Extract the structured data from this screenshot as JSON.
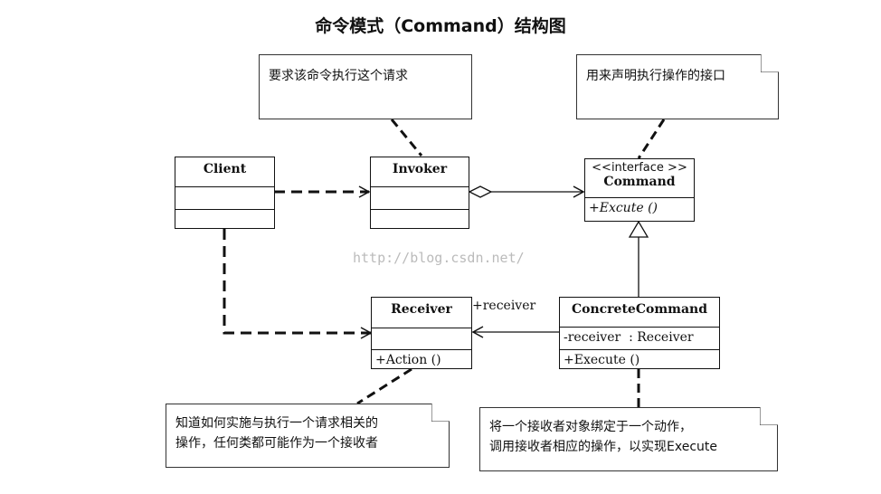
{
  "title": "命令模式（Command）结构图",
  "notes": {
    "invoker": "要求该命令执行这个请求",
    "command": "用来声明执行操作的接口",
    "receiver_line1": "知道如何实施与执行一个请求相关的",
    "receiver_line2": "操作，任何类都可能作为一个接收者",
    "concrete_line1": "将一个接收者对象绑定于一个动作，",
    "concrete_line2": "调用接收者相应的操作，以实现Execute"
  },
  "classes": {
    "client": {
      "name": "Client"
    },
    "invoker": {
      "name": "Invoker"
    },
    "command": {
      "stereotype": "<<interface >>",
      "name": "Command",
      "method": "+Excute ()"
    },
    "receiver": {
      "name": "Receiver",
      "method": "+Action ()"
    },
    "concrete": {
      "name": "ConcreteCommand",
      "attribute": "-receiver  : Receiver",
      "method": "+Execute ()"
    }
  },
  "association_label": "+receiver",
  "watermark": "http://blog.csdn.net/"
}
